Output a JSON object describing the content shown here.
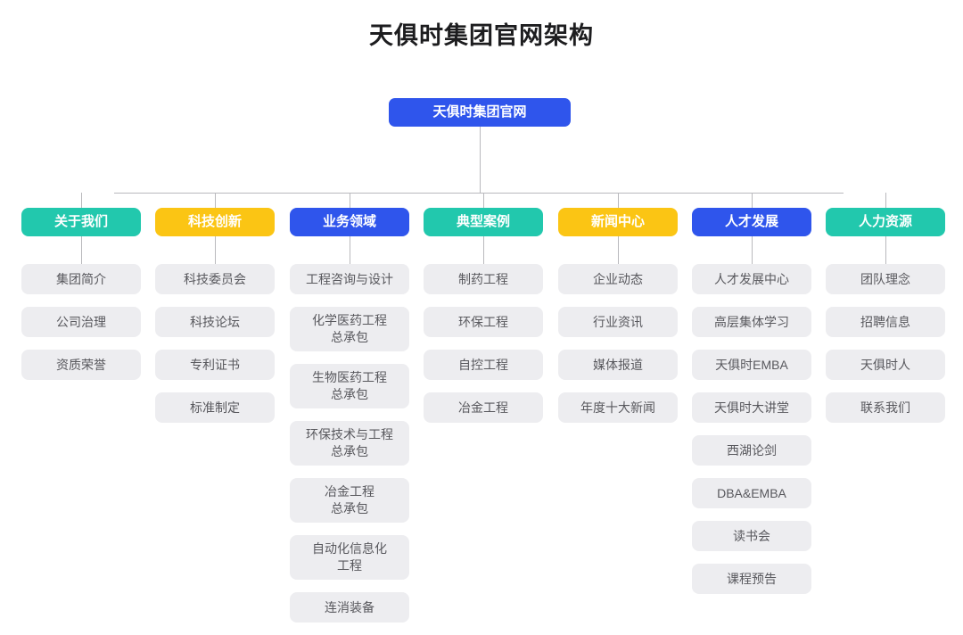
{
  "title": "天俱时集团官网架构",
  "root": {
    "label": "天俱时集团官网",
    "color": "#2f55ec"
  },
  "colors": {
    "teal": "#22c8ad",
    "yellow": "#fbc514",
    "blue": "#2f55ec",
    "item_bg": "#ededf0",
    "item_text": "#58585d",
    "line": "#b9b9bd",
    "background": "#ffffff",
    "title_text": "#1d1d1f"
  },
  "columns": [
    {
      "category": "关于我们",
      "color": "teal",
      "items": [
        "集团简介",
        "公司治理",
        "资质荣誉"
      ]
    },
    {
      "category": "科技创新",
      "color": "yellow",
      "items": [
        "科技委员会",
        "科技论坛",
        "专利证书",
        "标准制定"
      ]
    },
    {
      "category": "业务领域",
      "color": "blue",
      "items": [
        "工程咨询与设计",
        "化学医药工程\n总承包",
        "生物医药工程\n总承包",
        "环保技术与工程\n总承包",
        "冶金工程\n总承包",
        "自动化信息化\n工程",
        "连消装备"
      ]
    },
    {
      "category": "典型案例",
      "color": "teal",
      "items": [
        "制药工程",
        "环保工程",
        "自控工程",
        "冶金工程"
      ]
    },
    {
      "category": "新闻中心",
      "color": "yellow",
      "items": [
        "企业动态",
        "行业资讯",
        "媒体报道",
        "年度十大新闻"
      ]
    },
    {
      "category": "人才发展",
      "color": "blue",
      "items": [
        "人才发展中心",
        "高层集体学习",
        "天俱时EMBA",
        "天俱时大讲堂",
        "西湖论剑",
        "DBA&EMBA",
        "读书会",
        "课程预告"
      ]
    },
    {
      "category": "人力资源",
      "color": "teal",
      "items": [
        "团队理念",
        "招聘信息",
        "天俱时人",
        "联系我们"
      ]
    }
  ]
}
